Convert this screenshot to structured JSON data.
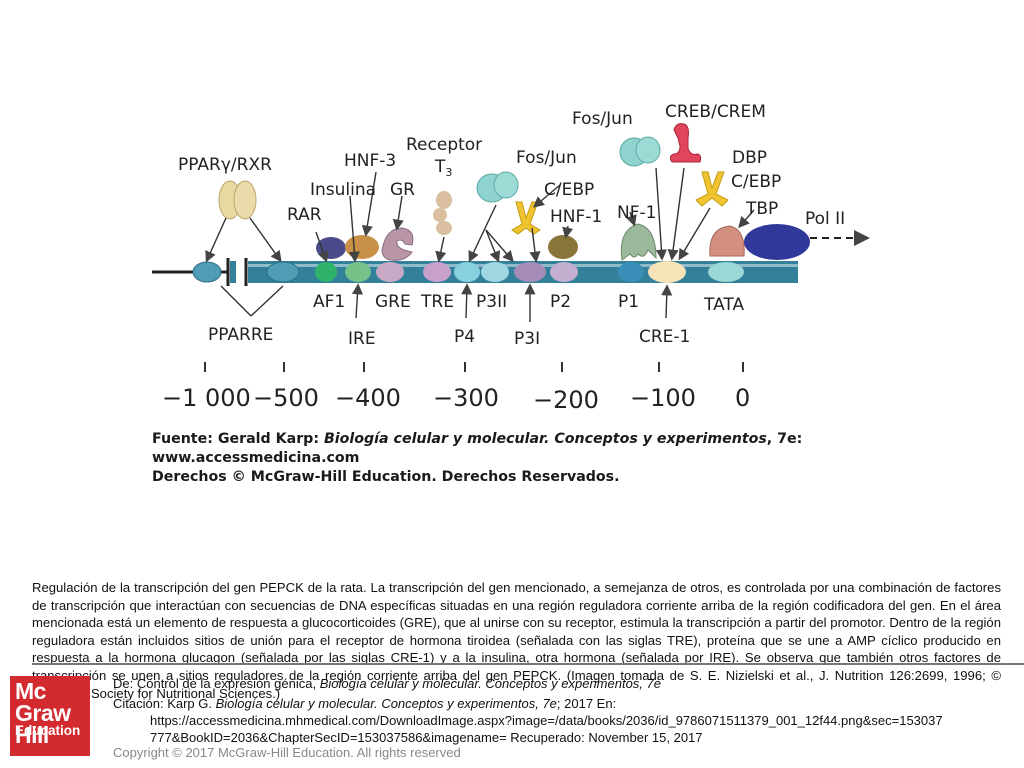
{
  "figure": {
    "factors": {
      "ppar": "PPARγ/RXR",
      "rar": "RAR",
      "insulina": "Insulina",
      "hnf3": "HNF-3",
      "gr": "GR",
      "receptor": "Receptor",
      "t3": "T",
      "t3_sub": "3",
      "fosjun1": "Fos/Jun",
      "cebp1": "C/EBP",
      "hnf1": "HNF-1",
      "fosjun2": "Fos/Jun",
      "crebcrem": "CREB/CREM",
      "nf1": "NF-1",
      "dbp": "DBP",
      "cebp2": "C/EBP",
      "tbp": "TBP",
      "polii": "Pol II"
    },
    "sites": {
      "af1": "AF1",
      "gre": "GRE",
      "tre": "TRE",
      "p3ii": "P3II",
      "p2": "P2",
      "p1": "P1",
      "tata": "TATA",
      "pparre": "PPARRE",
      "ire": "IRE",
      "p4": "P4",
      "p3i": "P3I",
      "cre1": "CRE-1"
    },
    "axis": [
      "−1 000",
      "−500",
      "−400",
      "−300",
      "−200",
      "−100",
      "0"
    ],
    "source": [
      {
        "plain": "Fuente: Gerald Karp: ",
        "italic": "Biología celular y molecular. Conceptos y experimentos",
        "tail": ", 7e:"
      },
      {
        "plain": "www.accessmedicina.com"
      },
      {
        "plain": "Derechos © McGraw-Hill Education. Derechos Reservados."
      }
    ],
    "colors": {
      "dna": "#33809a",
      "dna_light": "#cfe3e8",
      "ppar": "#e8d9a3",
      "rar": "#4a4a8a",
      "hnf3": "#c99048",
      "gr": "#b896a8",
      "receptor": "#d9bfa0",
      "fosjun": "#8fd3cf",
      "cebp": "#f0c431",
      "hnf1": "#8a7538",
      "crebcrem": "#e0455c",
      "nf1": "#9cb89a",
      "tbp": "#d4907e",
      "polii": "#30389a"
    }
  },
  "caption": "Regulación de la transcripción del gen PEPCK de la rata. La transcripción del gen mencionado, a semejanza de otros, es controlada por una combinación de factores de transcripción que interactúan con secuencias de DNA específicas situadas en una región reguladora corriente arriba de la región codificadora del gen. En el área mencionada está un elemento de respuesta a glucocorticoides (GRE), que al unirse con su receptor, estimula la transcripción a partir del promotor. Dentro de la región reguladora están incluidos sitios de unión para el receptor de hormona tiroidea (señalada con las siglas TRE), proteína que se une a AMP cíclico producido en respuesta a la hormona glucagon (señalada por las siglas CRE-1) y a la insulina, otra hormona (señalada por IRE). Se observa que también otros factores de transcripción se unen a sitios reguladores de la región corriente arriba del gen PEPCK. (Imagen tomada de S. E. Nizielski et al., J. Nutrition 126:2699, 1996; © American Society for Nutritional Sciences.)",
  "logo": {
    "line1": "Mc",
    "line2": "Graw",
    "line3": "Hill",
    "line4": "Education"
  },
  "citation": {
    "from_prefix": "De: Control de la expresión génica, ",
    "from_italic": "Biología celular y molecular. Conceptos y experimentos, 7e",
    "cite_prefix": "Citación: Karp G. ",
    "cite_italic": "Biología celular y molecular. Conceptos y experimentos, 7e",
    "cite_suffix": "; 2017 En:",
    "url1": "https://accessmedicina.mhmedical.com/DownloadImage.aspx?image=/data/books/2036/id_9786071511379_001_12f44.png&sec=153037",
    "url2": "777&BookID=2036&ChapterSecID=153037586&imagename= Recuperado: November 15, 2017"
  },
  "copyright": "Copyright © 2017 McGraw-Hill Education. All rights reserved"
}
